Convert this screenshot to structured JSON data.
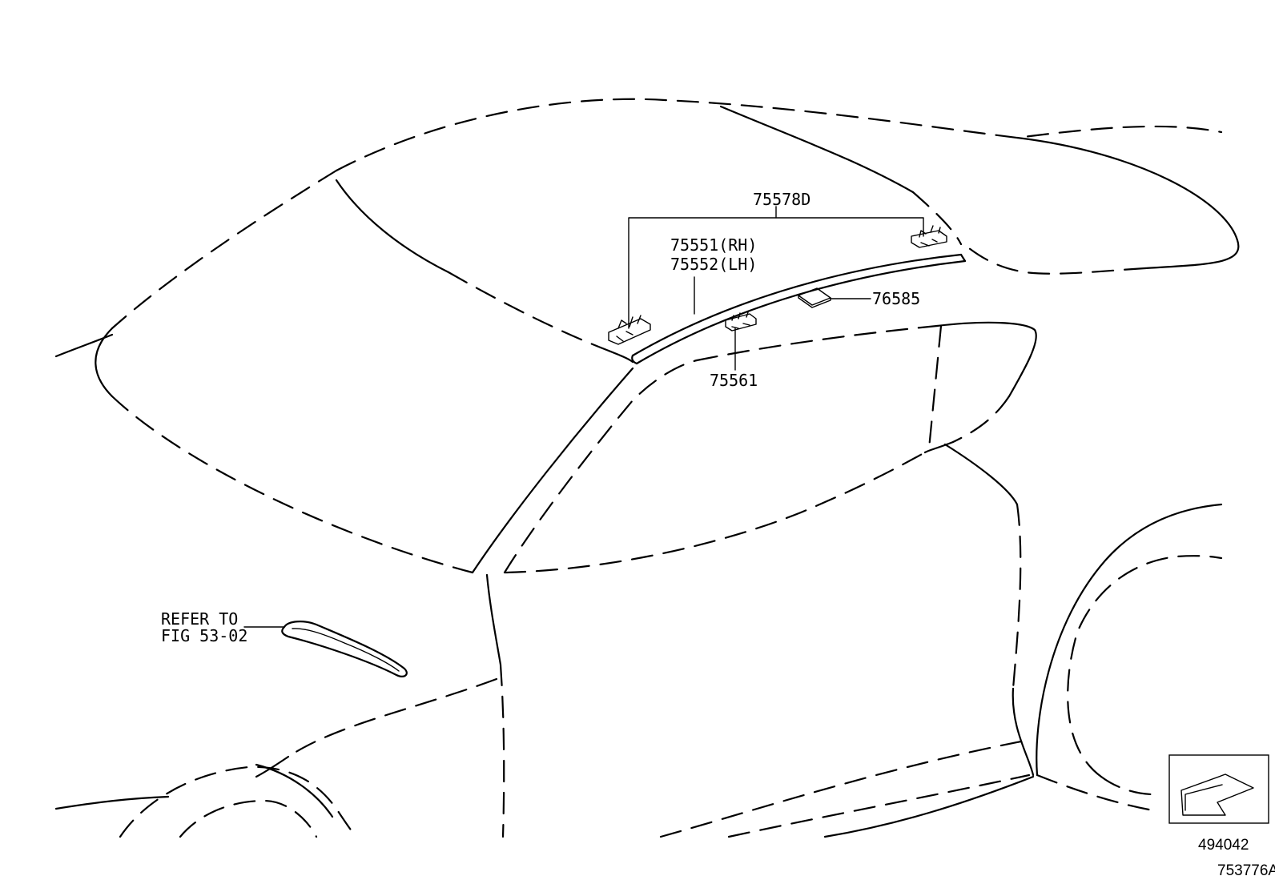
{
  "callouts": {
    "part_75578d": "75578D",
    "part_75551_rh": "75551(RH)",
    "part_75552_lh": "75552(LH)",
    "part_76585": "76585",
    "part_75561": "75561",
    "refer_line1": "REFER TO",
    "refer_line2": "FIG 53-02"
  },
  "footer": {
    "view_code": "494042",
    "illustration_id": "753776A"
  },
  "icons": {
    "view_direction": "arrow-icon"
  }
}
